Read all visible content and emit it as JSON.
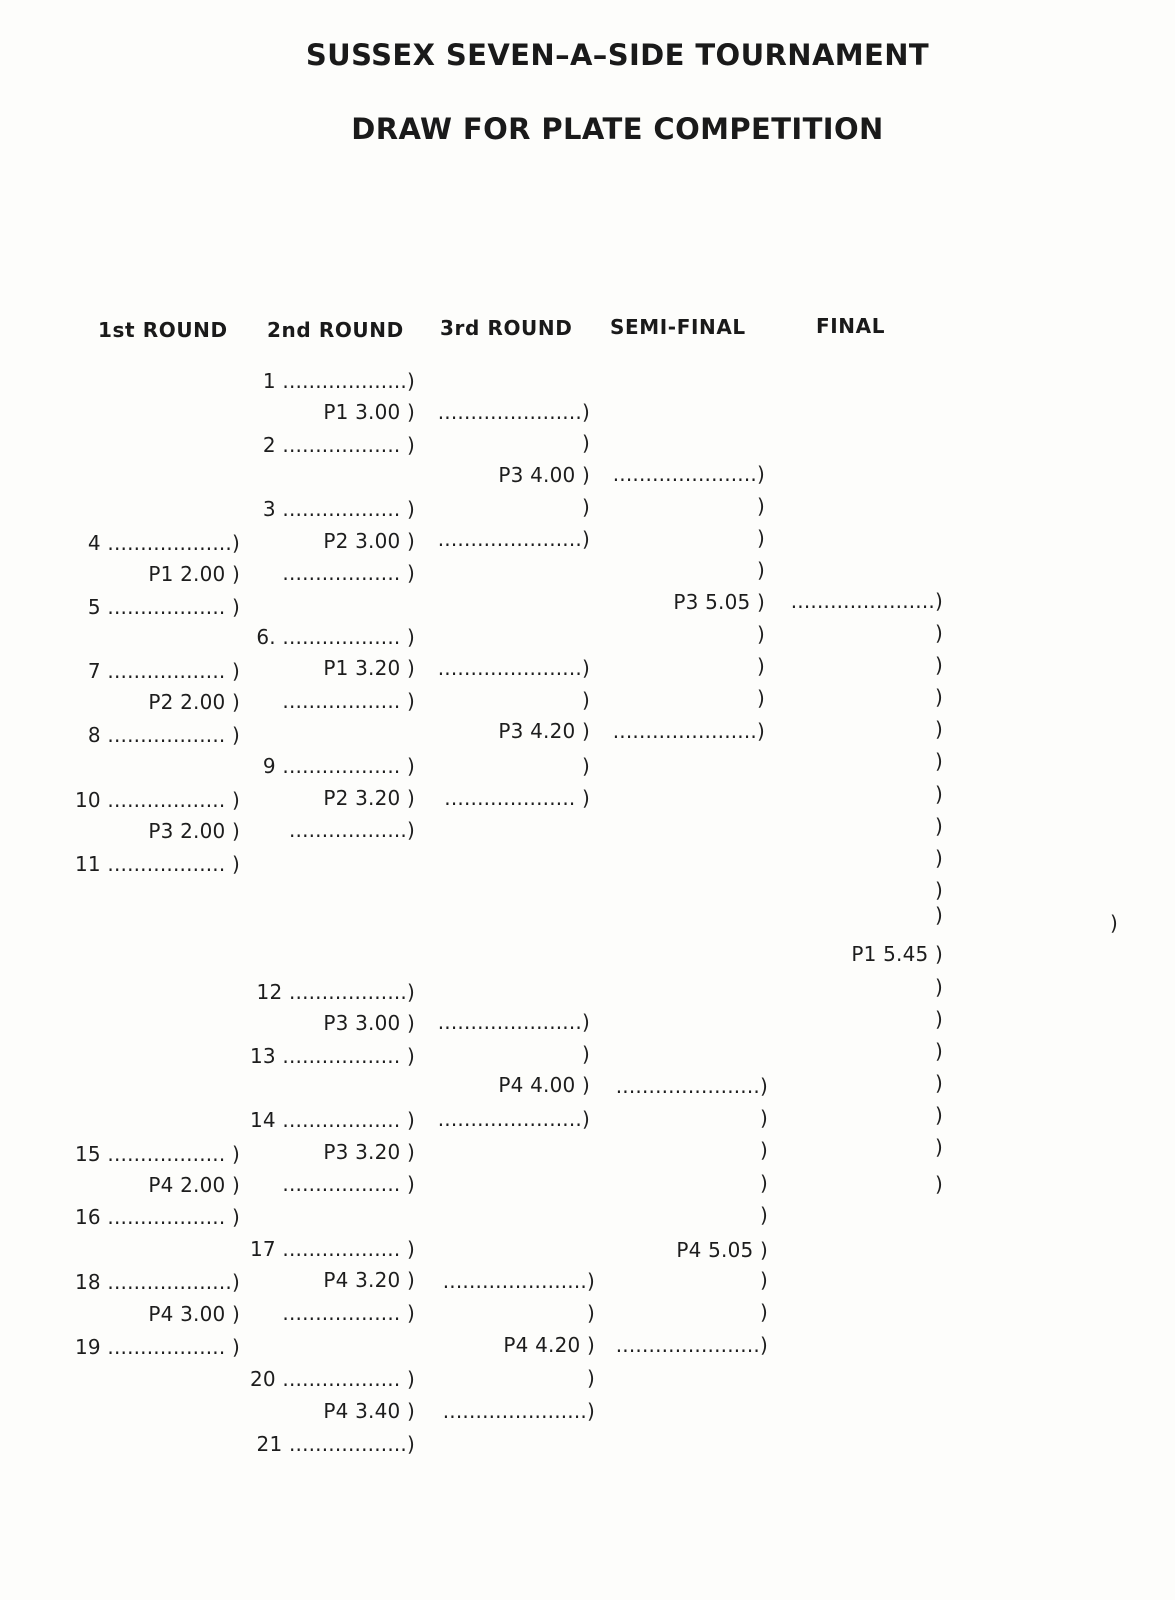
{
  "document": {
    "title": "SUSSEX SEVEN–A–SIDE TOURNAMENT",
    "subtitle": "DRAW FOR PLATE COMPETITION",
    "headers": [
      "1st ROUND",
      "2nd ROUND",
      "3rd ROUND",
      "SEMI-FINAL",
      "FINAL"
    ]
  },
  "entries": [
    "1 ...................)",
    "P1 3.00 )",
    "2 .................. )",
    "3 .................. )",
    "P2 3.00 )",
    ".................. )",
    "6. .................. )",
    "P1 3.20 )",
    ".................. )",
    "9 .................. )",
    "P2 3.20 )",
    "..................)",
    "12 ..................)",
    "P3 3.00 )",
    "13 .................. )",
    "14 .................. )",
    "P3 3.20 )",
    ".................. )",
    "17 .................. )",
    "P4 3.20 )",
    ".................. )",
    "20 .................. )",
    "P4 3.40 )",
    "21 ..................)",
    "4 ...................)",
    "P1 2.00 )",
    "5 .................. )",
    "7 .................. )",
    "P2 2.00 )",
    "8 .................. )",
    "10 .................. )",
    "P3 2.00 )",
    "11 .................. )",
    "15 .................. )",
    "P4 2.00 )",
    "16 .................. )",
    "18 ...................)",
    "P4 3.00 )",
    "19 .................. )",
    "......................)",
    ")",
    "P3 4.00 )",
    ")",
    "......................)",
    "......................)",
    ")",
    "P3 4.20 )",
    ")",
    ".................... )",
    "......................)",
    ")",
    "P4 4.00 )",
    "......................)",
    "......................)",
    ")",
    "P4 4.20 )",
    ")",
    "......................)",
    "......................)",
    ")",
    ")",
    ")",
    "P3 5.05 )",
    ")",
    ")",
    ")",
    "......................)",
    "......................)",
    ")",
    ")",
    ")",
    ")",
    "P4 5.05 )",
    ")",
    ")",
    "......................)",
    "......................)",
    ")",
    ")",
    ")",
    ")",
    ")",
    ")",
    ")",
    ")",
    ")",
    ")",
    "P1 5.45 )",
    ")",
    ")",
    ")",
    ")",
    ")",
    ")",
    ")",
    ")",
    "......................)",
    "..........................."
  ]
}
